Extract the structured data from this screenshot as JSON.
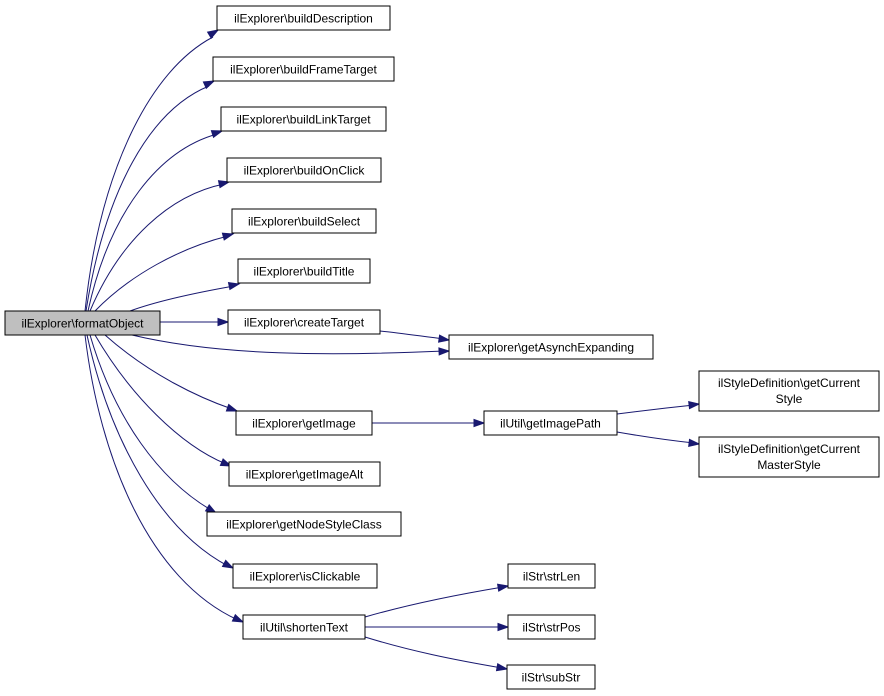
{
  "nodes": {
    "formatObject": "ilExplorer\\formatObject",
    "buildDescription": "ilExplorer\\buildDescription",
    "buildFrameTarget": "ilExplorer\\buildFrameTarget",
    "buildLinkTarget": "ilExplorer\\buildLinkTarget",
    "buildOnClick": "ilExplorer\\buildOnClick",
    "buildSelect": "ilExplorer\\buildSelect",
    "buildTitle": "ilExplorer\\buildTitle",
    "createTarget": "ilExplorer\\createTarget",
    "getAsynchExpanding": "ilExplorer\\getAsynchExpanding",
    "getImage": "ilExplorer\\getImage",
    "getImagePath": "ilUtil\\getImagePath",
    "getCurrentStyle": [
      "ilStyleDefinition\\getCurrent",
      "Style"
    ],
    "getCurrentMasterStyle": [
      "ilStyleDefinition\\getCurrent",
      "MasterStyle"
    ],
    "getImageAlt": "ilExplorer\\getImageAlt",
    "getNodeStyleClass": "ilExplorer\\getNodeStyleClass",
    "isClickable": "ilExplorer\\isClickable",
    "shortenText": "ilUtil\\shortenText",
    "strLen": "ilStr\\strLen",
    "strPos": "ilStr\\strPos",
    "subStr": "ilStr\\subStr"
  },
  "colors": {
    "edge": "#191970",
    "root_fill": "#bfbfbf",
    "node_fill": "#ffffff",
    "border": "#000000"
  }
}
